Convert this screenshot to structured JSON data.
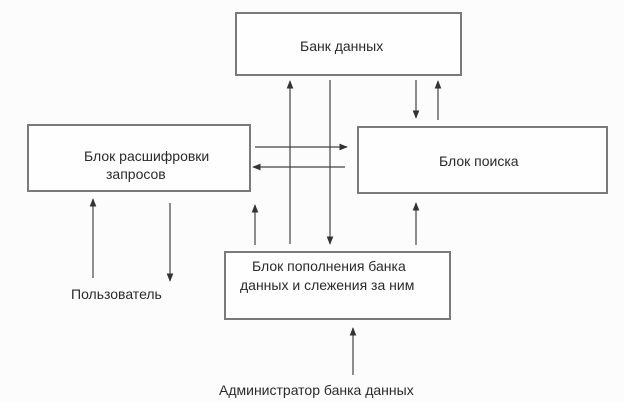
{
  "diagram": {
    "nodes": {
      "bank": {
        "label": "Банк данных"
      },
      "decode": {
        "lines": [
          "Блок расшифровки",
          "запросов"
        ]
      },
      "search": {
        "label": "Блок поиска"
      },
      "update": {
        "lines": [
          "Блок пополнения банка",
          "данных и слежения за ним"
        ]
      }
    },
    "actors": {
      "user": {
        "label": "Пользователь"
      },
      "admin": {
        "label": "Администратор банка данных"
      }
    },
    "edges": [
      {
        "from": "decode",
        "to": "search"
      },
      {
        "from": "search",
        "to": "decode"
      },
      {
        "from": "bank",
        "to": "search"
      },
      {
        "from": "search",
        "to": "bank"
      },
      {
        "from": "update",
        "to": "bank"
      },
      {
        "from": "bank",
        "to": "update"
      },
      {
        "from": "update",
        "to": "decode"
      },
      {
        "from": "update",
        "to": "search"
      },
      {
        "from": "user",
        "to": "decode"
      },
      {
        "from": "decode",
        "to": "user"
      },
      {
        "from": "admin",
        "to": "update"
      }
    ],
    "colors": {
      "box_border": "#7a7a7a",
      "arrow": "#333333",
      "text": "#2a2a2a"
    }
  }
}
